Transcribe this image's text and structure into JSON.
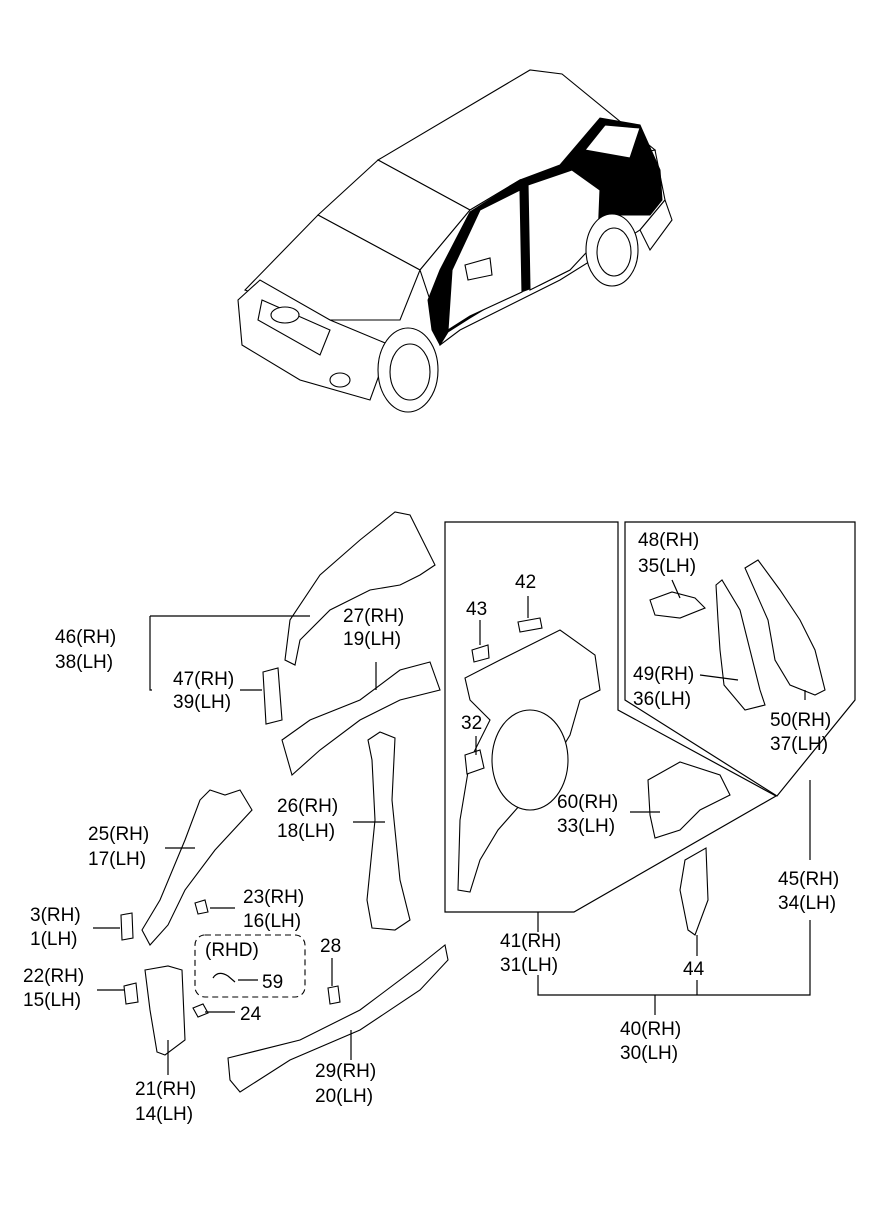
{
  "callouts": {
    "c46": "46(RH)",
    "c38": "38(LH)",
    "c47": "47(RH)",
    "c39": "39(LH)",
    "c27": "27(RH)",
    "c19": "19(LH)",
    "c26": "26(RH)",
    "c18": "18(LH)",
    "c25": "25(RH)",
    "c17": "17(LH)",
    "c23": "23(RH)",
    "c16": "16(LH)",
    "c3": "3(RH)",
    "c1": "1(LH)",
    "c22": "22(RH)",
    "c15": "15(LH)",
    "rhd": "(RHD)",
    "c59": "59",
    "c24": "24",
    "c28": "28",
    "c21": "21(RH)",
    "c14": "14(LH)",
    "c29": "29(RH)",
    "c20": "20(LH)",
    "c43": "43",
    "c42": "42",
    "c32": "32",
    "c60": "60(RH)",
    "c33": "33(LH)",
    "c41": "41(RH)",
    "c31": "31(LH)",
    "c48": "48(RH)",
    "c35": "35(LH)",
    "c49": "49(RH)",
    "c36": "36(LH)",
    "c50": "50(RH)",
    "c37": "37(LH)",
    "c45": "45(RH)",
    "c34": "34(LH)",
    "c44": "44",
    "c40": "40(RH)",
    "c30": "30(LH)"
  }
}
